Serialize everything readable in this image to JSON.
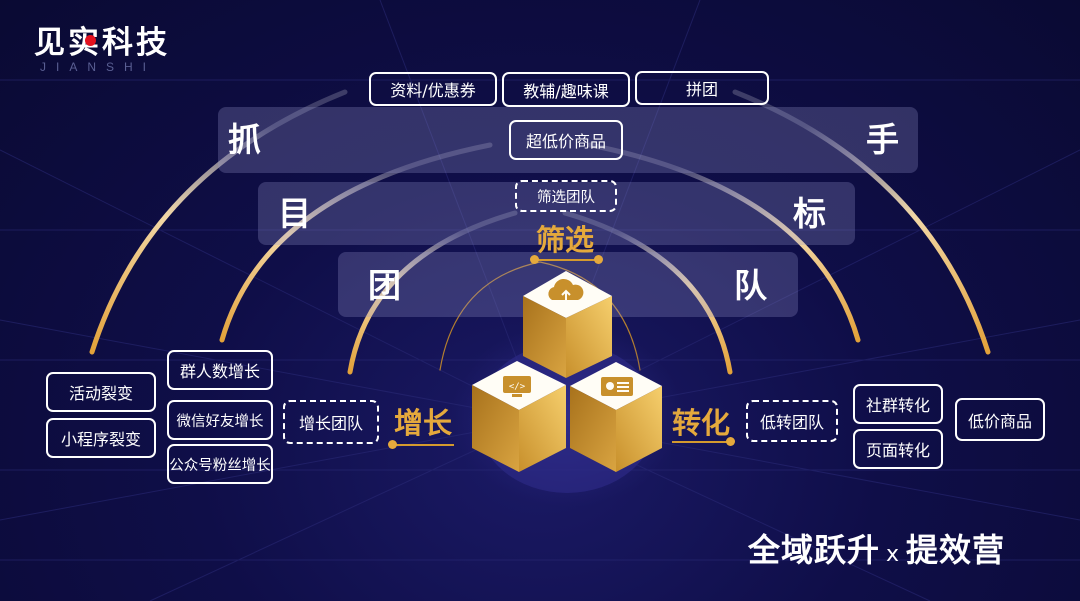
{
  "logo": {
    "cn": "见实科技",
    "en": "JIANSHI"
  },
  "bands": [
    {
      "left": "抓",
      "right": "手"
    },
    {
      "left": "目",
      "right": "标"
    },
    {
      "left": "团",
      "right": "队"
    }
  ],
  "top_tags": [
    "资料/优惠券",
    "教辅/趣味课",
    "拼团"
  ],
  "center_tags": {
    "product": "超低价商品",
    "filter_team": "筛选团队"
  },
  "gold_labels": {
    "filter": "筛选",
    "growth": "增长",
    "convert": "转化"
  },
  "left_tags": {
    "outer": [
      "活动裂变",
      "小程序裂变"
    ],
    "middle": [
      "群人数增长",
      "微信好友增长",
      "公众号粉丝增长"
    ],
    "team": "增长团队"
  },
  "right_tags": {
    "team": "低转团队",
    "middle": [
      "社群转化",
      "页面转化"
    ],
    "outer": "低价商品"
  },
  "footer": {
    "left": "全域跃升",
    "x": "x",
    "right": "提效营"
  },
  "colors": {
    "background": "#0f0e48",
    "gold": "#e5a93c",
    "band": "#5b5a8f",
    "accent_red": "#e3111f"
  },
  "icons": [
    "cloud-upload-icon",
    "code-monitor-icon",
    "id-card-icon"
  ]
}
